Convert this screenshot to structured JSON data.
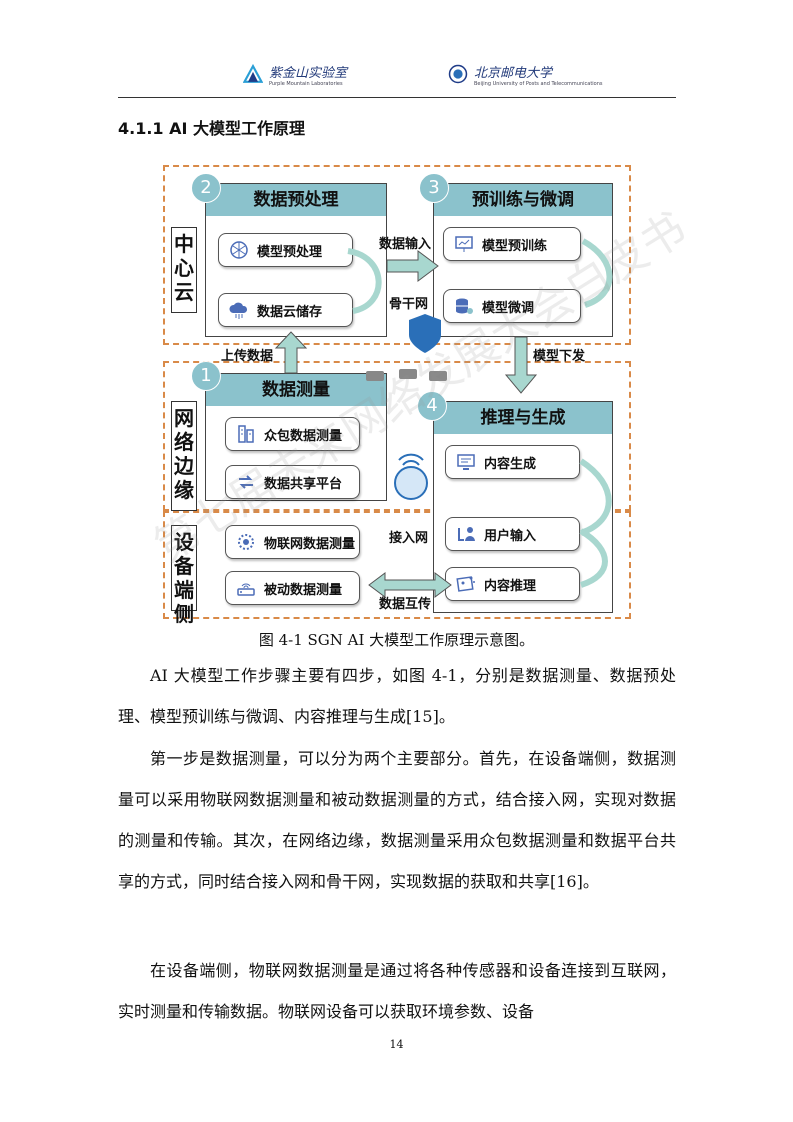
{
  "header": {
    "left_logo": "紫金山实验室",
    "left_logo_sub": "Purple Mountain Laboratories",
    "right_logo": "北京邮电大学",
    "right_logo_sub": "Beijing University of Posts and Telecommunications"
  },
  "section_title": "4.1.1 AI 大模型工作原理",
  "figure": {
    "zones": {
      "cloud": "中心云",
      "edge": "网络边缘",
      "device": "设备端侧"
    },
    "steps": [
      {
        "num": "2",
        "title": "数据预处理",
        "items": [
          "模型预处理",
          "数据云储存"
        ]
      },
      {
        "num": "3",
        "title": "预训练与微调",
        "items": [
          "模型预训练",
          "模型微调"
        ]
      },
      {
        "num": "1",
        "title": "数据测量",
        "items": [
          "众包数据测量",
          "数据共享平台",
          "物联网数据测量",
          "被动数据测量"
        ]
      },
      {
        "num": "4",
        "title": "推理与生成",
        "items": [
          "内容生成",
          "用户输入",
          "内容推理"
        ]
      }
    ],
    "flows": {
      "data_input": "数据输入",
      "backbone": "骨干网",
      "upload": "上传数据",
      "model_down": "模型下发",
      "access_net": "接入网",
      "data_exchange": "数据互传"
    },
    "caption": "图 4-1 SGN AI 大模型工作原理示意图。"
  },
  "paragraphs": [
    "AI 大模型工作步骤主要有四步，如图 4-1，分别是数据测量、数据预处理、模型预训练与微调、内容推理与生成[15]。",
    "第一步是数据测量，可以分为两个主要部分。首先，在设备端侧，数据测量可以采用物联网数据测量和被动数据测量的方式，结合接入网，实现对数据的测量和传输。其次，在网络边缘，数据测量采用众包数据测量和数据平台共享的方式，同时结合接入网和骨干网，实现数据的获取和共享[16]。",
    "在设备端侧，物联网数据测量是通过将各种传感器和设备连接到互联网，实时测量和传输数据。物联网设备可以获取环境参数、设备"
  ],
  "watermark": "第七届未来网络发展大会白皮书",
  "page_number": "14",
  "colors": {
    "panel_head": "#8bc2cc",
    "zone_border": "#d98a48"
  }
}
